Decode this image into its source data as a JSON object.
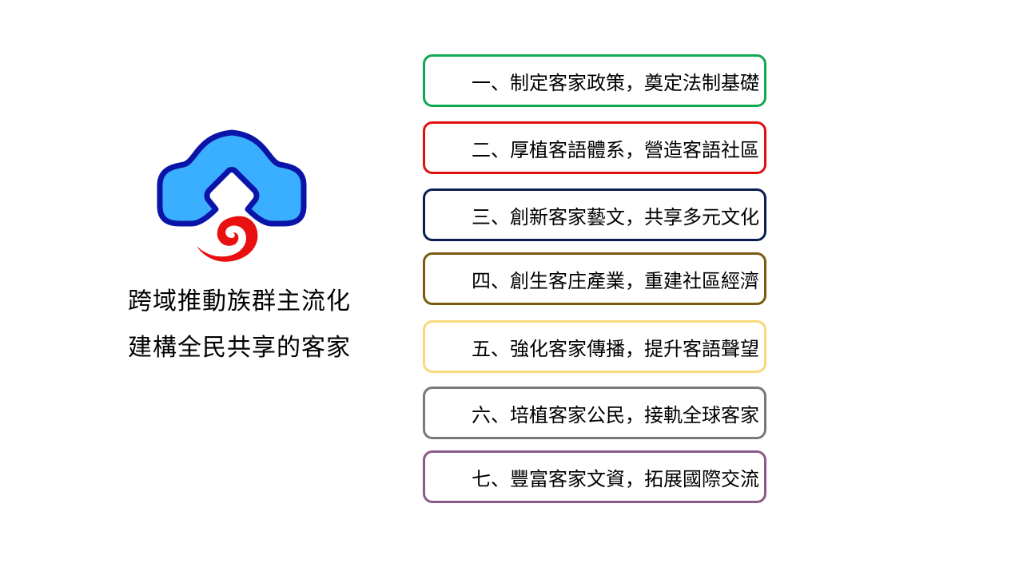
{
  "logo": {
    "colors": {
      "fill": "#3aaeff",
      "outline": "#0a14a8",
      "spiral": "#e81010"
    }
  },
  "slogan": [
    "跨域推動族群主流化",
    "建構全民共享的客家"
  ],
  "items": [
    {
      "label": "一、制定客家政策，奠定法制基礎",
      "color": "#10a850"
    },
    {
      "label": "二、厚植客語體系，營造客語社區",
      "color": "#e01010"
    },
    {
      "label": "三、創新客家藝文，共享多元文化",
      "color": "#0a1f50"
    },
    {
      "label": "四、創生客庄產業，重建社區經濟",
      "color": "#7a5a10"
    },
    {
      "label": "五、強化客家傳播，提升客語聲望",
      "color": "#f8d878"
    },
    {
      "label": "六、培植客家公民，接軌全球客家",
      "color": "#787878"
    },
    {
      "label": "七、豐富客家文資，拓展國際交流",
      "color": "#8a5a8a"
    }
  ]
}
